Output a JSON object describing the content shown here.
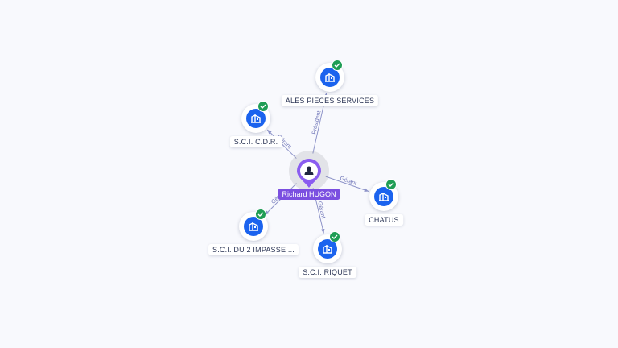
{
  "center": {
    "name": "Richard HUGON",
    "icon": "person-icon",
    "color": "#7b4fe0"
  },
  "companies": [
    {
      "name": "ALES PIECES SERVICES",
      "relation": "Président",
      "icon": "building-icon",
      "verified": true
    },
    {
      "name": "S.C.I. C.D.R.",
      "relation": "Gérant",
      "icon": "building-icon",
      "verified": true
    },
    {
      "name": "CHATUS",
      "relation": "Gérant",
      "icon": "building-icon",
      "verified": true
    },
    {
      "name": "S.C.I. DU 2 IMPASSE ...",
      "relation": "Gérant",
      "icon": "building-icon",
      "verified": true
    },
    {
      "name": "S.C.I. RIQUET",
      "relation": "Gérant",
      "icon": "building-icon",
      "verified": true
    }
  ],
  "colors": {
    "company": "#1b63ee",
    "verified": "#1f9d55",
    "edge": "#8e94c9",
    "edge_label": "#6f75b8"
  }
}
